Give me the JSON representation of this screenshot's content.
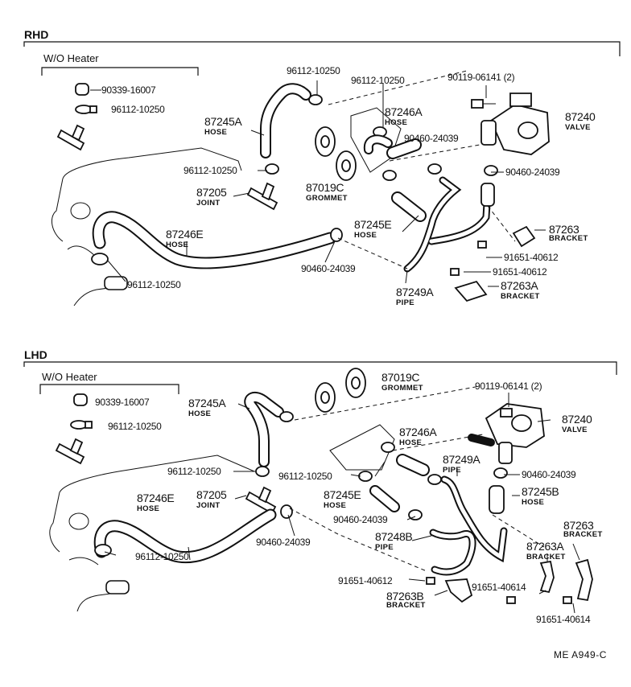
{
  "rhd": {
    "title": "RHD",
    "wo_heater": "W/O  Heater",
    "labels": {
      "p90339": "90339-16007",
      "p96112_small": "96112-10250",
      "p96112_top1": "96112-10250",
      "p96112_top2": "96112-10250",
      "p90119": "90119-06141 (2)",
      "p87245a": "87245A",
      "hose_87245a": "HOSE",
      "p87246a": "87246A",
      "hose_87246a": "HOSE",
      "p87240": "87240",
      "valve": "VALVE",
      "p90460_a": "90460-24039",
      "p90460_b": "90460-24039",
      "p96112_mid": "96112-10250",
      "p87019c": "87019C",
      "grommet": "GROMMET",
      "p87205": "87205",
      "joint": "JOINT",
      "p87246e": "87246E",
      "hose_87246e": "HOSE",
      "p87245e": "87245E",
      "hose_87245e": "HOSE",
      "p87263": "87263",
      "bracket_87263": "BRACKET",
      "p91651_a": "91651-40612",
      "p91651_b": "91651-40612",
      "p90460_c": "90460-24039",
      "p96112_bot": "96112-10250",
      "p87249a": "87249A",
      "pipe": "PIPE",
      "p87263a": "87263A",
      "bracket_87263a": "BRACKET"
    }
  },
  "lhd": {
    "title": "LHD",
    "wo_heater": "W/O  Heater",
    "labels": {
      "p90339": "90339-16007",
      "p96112_small": "96112-10250",
      "p87019c": "87019C",
      "grommet": "GROMMET",
      "p90119": "90119-06141 (2)",
      "p87245a": "87245A",
      "hose_87245a": "HOSE",
      "p87240": "87240",
      "valve": "VALVE",
      "p87246a": "87246A",
      "hose_87246a": "HOSE",
      "p87249a": "87249A",
      "pipe_87249a": "PIPE",
      "p96112_left": "96112-10250",
      "p96112_mid": "96112-10250",
      "p90460_a": "90460-24039",
      "p87246e": "87246E",
      "hose_87246e": "HOSE",
      "p87205": "87205",
      "joint": "JOINT",
      "p87245e": "87245E",
      "hose_87245e": "HOSE",
      "p87245b": "87245B",
      "hose_87245b": "HOSE",
      "p90460_b": "90460-24039",
      "p90460_c": "90460-24039",
      "p87248b": "87248B",
      "pipe_87248b": "PIPE",
      "p87263": "87263",
      "bracket_87263": "BRACKET",
      "p87263a": "87263A",
      "bracket_87263a": "BRACKET",
      "p96112_bot": "96112-10250",
      "p91651_a": "91651-40612",
      "p91651_b": "91651-40614",
      "p87263b": "87263B",
      "bracket_87263b": "BRACKET",
      "p91651_c": "91651-40614"
    }
  },
  "footer_code": "ME  A949-C"
}
